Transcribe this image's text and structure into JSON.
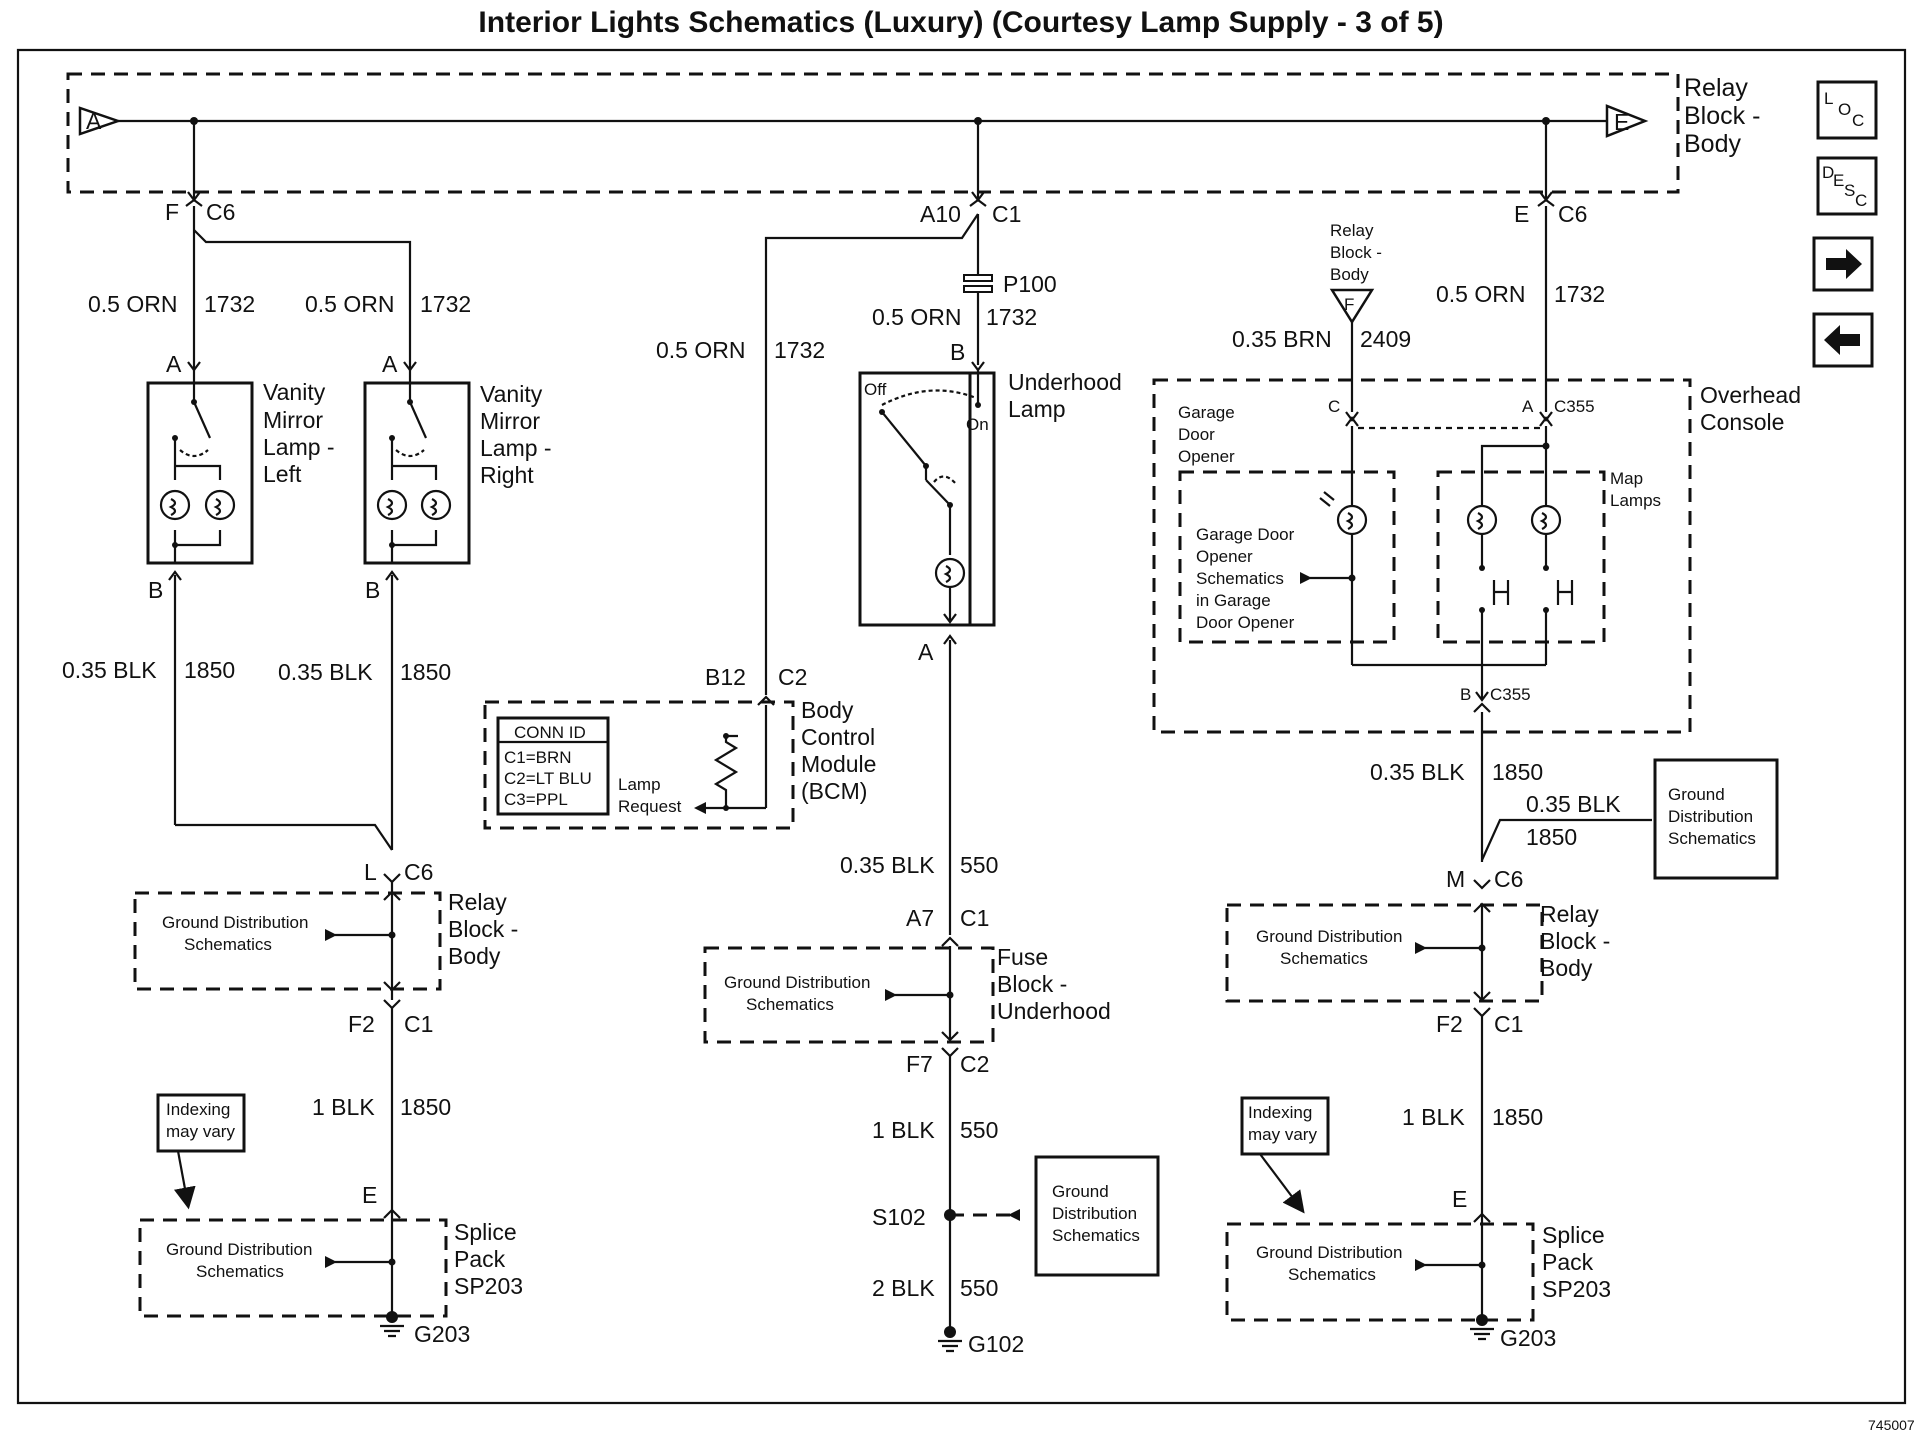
{
  "title": "Interior Lights Schematics (Luxury) (Courtesy Lamp Supply - 3 of 5)",
  "figure_id": "745007",
  "nav": {
    "loc": [
      "L",
      "O",
      "C"
    ],
    "desc": [
      "D",
      "E",
      "S",
      "C"
    ]
  },
  "top_block": {
    "label": [
      "Relay",
      "Block -",
      "Body"
    ],
    "in_flag": "A",
    "out_flag": "E"
  },
  "vanity_left": {
    "label": [
      "Vanity",
      "Mirror",
      "Lamp -",
      "Left"
    ],
    "top_conn": "F",
    "top_conn_id": "C6",
    "wire_top": [
      "0.5 ORN",
      "1732"
    ],
    "pin_top": "A",
    "pin_bottom": "B",
    "wire_bottom": [
      "0.35 BLK",
      "1850"
    ]
  },
  "vanity_right": {
    "label": [
      "Vanity",
      "Mirror",
      "Lamp -",
      "Right"
    ],
    "wire_top": [
      "0.5 ORN",
      "1732"
    ],
    "pin_top": "A",
    "pin_bottom": "B",
    "wire_bottom": [
      "0.35 BLK",
      "1850"
    ]
  },
  "left_ground": {
    "conn": "L",
    "conn_id": "C6",
    "block_label": [
      "Relay",
      "Block -",
      "Body"
    ],
    "ref": [
      "Ground Distribution",
      "Schematics"
    ],
    "conn2": "F2",
    "conn2_id": "C1",
    "wire": [
      "1 BLK",
      "1850"
    ],
    "note": [
      "Indexing",
      "may vary"
    ],
    "pin": "E",
    "splice_label": [
      "Splice",
      "Pack",
      "SP203"
    ],
    "splice_ref": [
      "Ground Distribution",
      "Schematics"
    ],
    "ground": "G203"
  },
  "bcm": {
    "conn": "A10",
    "conn_id": "C1",
    "wire": [
      "0.5 ORN",
      "1732"
    ],
    "pin": "B12",
    "pin_id": "C2",
    "label": [
      "Body",
      "Control",
      "Module",
      "(BCM)"
    ],
    "conn_table_title": "CONN ID",
    "conn_table": [
      "C1=BRN",
      "C2=LT BLU",
      "C3=PPL"
    ],
    "input_label": [
      "Lamp",
      "Request"
    ]
  },
  "underhood": {
    "connector": "P100",
    "wire_top": [
      "0.5 ORN",
      "1732"
    ],
    "pin_top": "B",
    "label": [
      "Underhood",
      "Lamp"
    ],
    "switch_off": "Off",
    "switch_on": "On",
    "pin_bottom": "A",
    "wire_bottom": [
      "0.35 BLK",
      "550"
    ],
    "fuse_conn": "A7",
    "fuse_conn_id": "C1",
    "fuse_label": [
      "Fuse",
      "Block -",
      "Underhood"
    ],
    "fuse_ref": [
      "Ground Distribution",
      "Schematics"
    ],
    "fuse_conn2": "F7",
    "fuse_conn2_id": "C2",
    "wire2": [
      "1 BLK",
      "550"
    ],
    "splice": "S102",
    "splice_ref": [
      "Ground",
      "Distribution",
      "Schematics"
    ],
    "wire3": [
      "2 BLK",
      "550"
    ],
    "ground": "G102"
  },
  "overhead": {
    "relay_ref": [
      "Relay",
      "Block -",
      "Body"
    ],
    "relay_flag": "F",
    "wire_brn": [
      "0.35 BRN",
      "2409"
    ],
    "conn_e": "E",
    "conn_e_id": "C6",
    "wire_orn": [
      "0.5 ORN",
      "1732"
    ],
    "label": [
      "Overhead",
      "Console"
    ],
    "pin_c": "C",
    "pin_a": "A",
    "c355": "C355",
    "garage_label": [
      "Garage",
      "Door",
      "Opener"
    ],
    "garage_ref": [
      "Garage Door",
      "Opener",
      "Schematics",
      "in Garage",
      "Door Opener"
    ],
    "map_label": [
      "Map",
      "Lamps"
    ],
    "pin_b": "B",
    "c355_b": "C355",
    "wire_blk": [
      "0.35 BLK",
      "1850"
    ],
    "wire_blk2": [
      "0.35 BLK",
      "1850"
    ],
    "ground_ref": [
      "Ground",
      "Distribution",
      "Schematics"
    ],
    "conn_m": "M",
    "conn_m_id": "C6",
    "relay_block_label": [
      "Relay",
      "Block -",
      "Body"
    ],
    "relay_block_ref": [
      "Ground Distribution",
      "Schematics"
    ],
    "conn_f2": "F2",
    "conn_f2_id": "C1",
    "wire_1blk": [
      "1 BLK",
      "1850"
    ],
    "note": [
      "Indexing",
      "may vary"
    ],
    "pin_e": "E",
    "splice_label": [
      "Splice",
      "Pack",
      "SP203"
    ],
    "splice_ref": [
      "Ground Distribution",
      "Schematics"
    ],
    "ground": "G203"
  }
}
